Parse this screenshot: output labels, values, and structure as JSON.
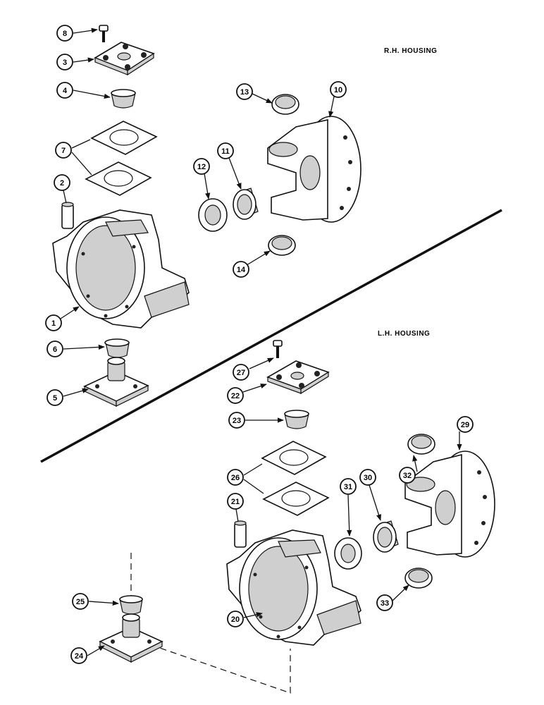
{
  "headings": {
    "rh": "R.H. HOUSING",
    "lh": "L.H. HOUSING"
  },
  "callouts": [
    "8",
    "3",
    "4",
    "7",
    "2",
    "1",
    "6",
    "5",
    "13",
    "10",
    "12",
    "11",
    "14",
    "27",
    "22",
    "23",
    "29",
    "32",
    "26",
    "31",
    "30",
    "21",
    "25",
    "33",
    "24",
    "20"
  ]
}
